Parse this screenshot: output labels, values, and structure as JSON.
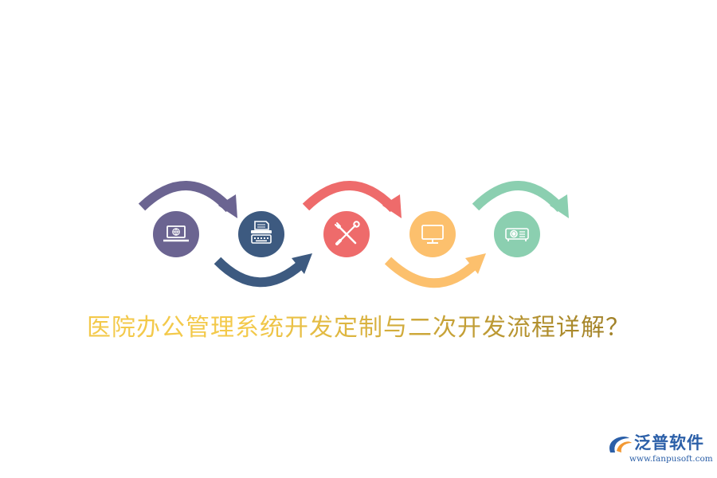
{
  "headline": {
    "text": "医院办公管理系统开发定制与二次开发流程详解？",
    "gradient_colors": [
      "#f3c94a",
      "#8a6d1e"
    ]
  },
  "steps": [
    {
      "icon": "laptop-globe-icon",
      "color": "#6b6491"
    },
    {
      "icon": "typewriter-icon",
      "color": "#3d5a80"
    },
    {
      "icon": "wrench-screwdriver-icon",
      "color": "#ee6b6b"
    },
    {
      "icon": "monitor-icon",
      "color": "#fcc06d"
    },
    {
      "icon": "projector-icon",
      "color": "#8bcfb0"
    }
  ],
  "logo": {
    "name": "泛普软件",
    "url": "www.fanpusoft.com",
    "colors": [
      "#2b5fa8",
      "#f29833"
    ]
  }
}
